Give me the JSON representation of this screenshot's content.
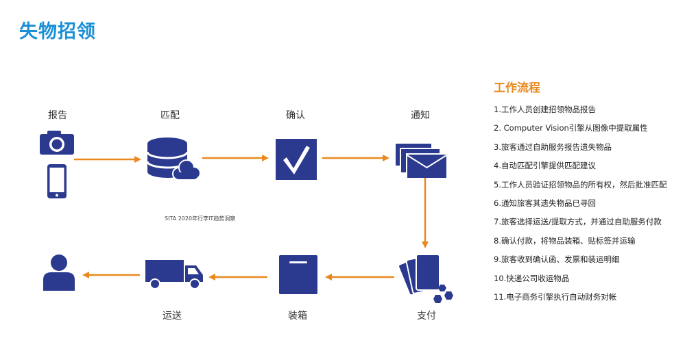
{
  "title": "失物招领",
  "steps": {
    "report": "报告",
    "match": "匹配",
    "confirm": "确认",
    "notify": "通知",
    "pay": "支付",
    "pack": "装箱",
    "ship": "运送"
  },
  "watermark": "SITA 2020年行李IT趋势洞察",
  "workflow": {
    "title": "工作流程",
    "items": [
      "1.工作人员创建招领物品报告",
      "2. Computer Vision引擎从图像中提取属性",
      "3.旅客通过自助服务报告遗失物品",
      "4.自动匹配引擎提供匹配建议",
      "5.工作人员验证招领物品的所有权，然后批准匹配",
      "6.通知旅客其遗失物品已寻回",
      "7.旅客选择运送/提取方式，并通过自助服务付款",
      "8.确认付款，将物品装箱、贴标签并运输",
      "9.旅客收到确认函、发票和装运明细",
      "10.快递公司收运物品",
      "11.电子商务引擎执行自动财务对帐"
    ]
  },
  "colors": {
    "title": "#1a8fd6",
    "icon": "#2b3a8f",
    "arrow": "#e8891e",
    "workflow_title": "#e8891e"
  }
}
